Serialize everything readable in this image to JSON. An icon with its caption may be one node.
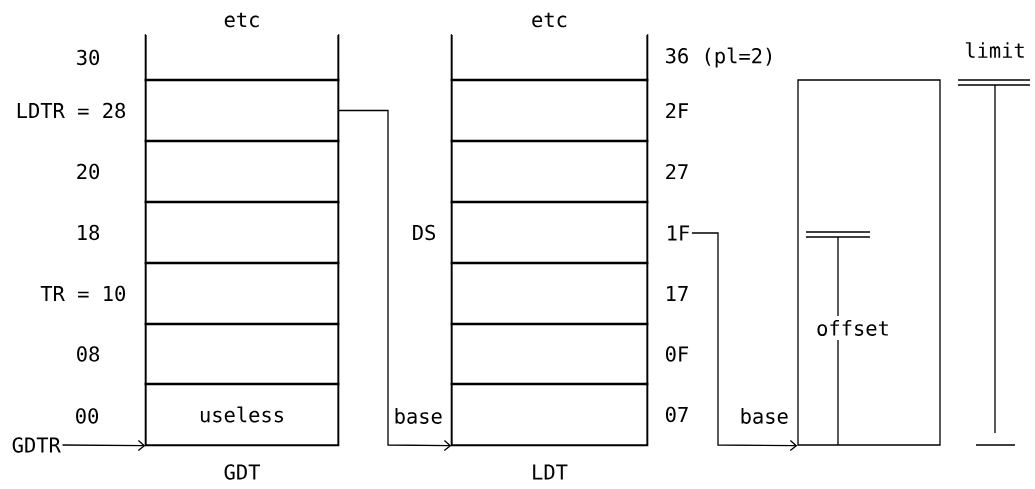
{
  "diagram": {
    "nodes": [
      {
        "text": [
          "GDT"
        ],
        "beside": [
          "etc"
        ]
      },
      {
        "text": [],
        "shape": "box",
        "in": 0,
        "beside": [
          "30"
        ]
      },
      {
        "text": [],
        "shape": "box",
        "in": 0,
        "beside": [
          "LDTR = 28"
        ]
      },
      {
        "text": [],
        "shape": "box",
        "in": 0,
        "beside": [
          "20"
        ]
      },
      {
        "text": [],
        "shape": "box",
        "in": 0,
        "beside": [
          "18"
        ]
      },
      {
        "text": [],
        "shape": "box",
        "in": 0,
        "beside": [
          "TR = 10"
        ]
      },
      {
        "text": [],
        "shape": "box",
        "in": 0,
        "beside": [
          "08"
        ]
      },
      {
        "text": [
          "useless"
        ],
        "in": 0
      },
      {
        "text": [
          "GDTR"
        ]
      },
      {
        "text": [
          "LDT"
        ],
        "beside": [
          "etc"
        ]
      },
      {
        "text": [],
        "shape": "box",
        "in": 9,
        "beside": [
          "36 (pl=2)"
        ]
      },
      {
        "text": [],
        "shape": "box",
        "in": 9,
        "beside": [
          "2F"
        ]
      },
      {
        "text": [],
        "shape": "box",
        "in": 9,
        "beside": [
          "27"
        ]
      },
      {
        "text": [],
        "shape": "box",
        "in": 9,
        "beside": [
          "DS"
        ]
      },
      {
        "text": [],
        "shape": "box",
        "in": 9,
        "beside": [
          "17"
        ]
      },
      {
        "text": [],
        "shape": "box",
        "in": 9,
        "beside": [
          "0F"
        ]
      },
      {
        "text": [],
        "shape": "box",
        "in": 9,
        "beside": [
          "07"
        ]
      },
      {
        "text": [
          "1F"
        ]
      },
      {
        "text": [],
        "shape": "box"
      }
    ],
    "edges": [
      {
        "from": 8,
        "to": 7,
        "arrow": "to"
      },
      {
        "from": 2,
        "to": 16,
        "arrow": "to",
        "label": "base"
      },
      {
        "from": 17,
        "to": 18,
        "arrow": "to",
        "label": "base"
      }
    ],
    "labels": [
      "limit",
      "offset",
      "00"
    ]
  }
}
